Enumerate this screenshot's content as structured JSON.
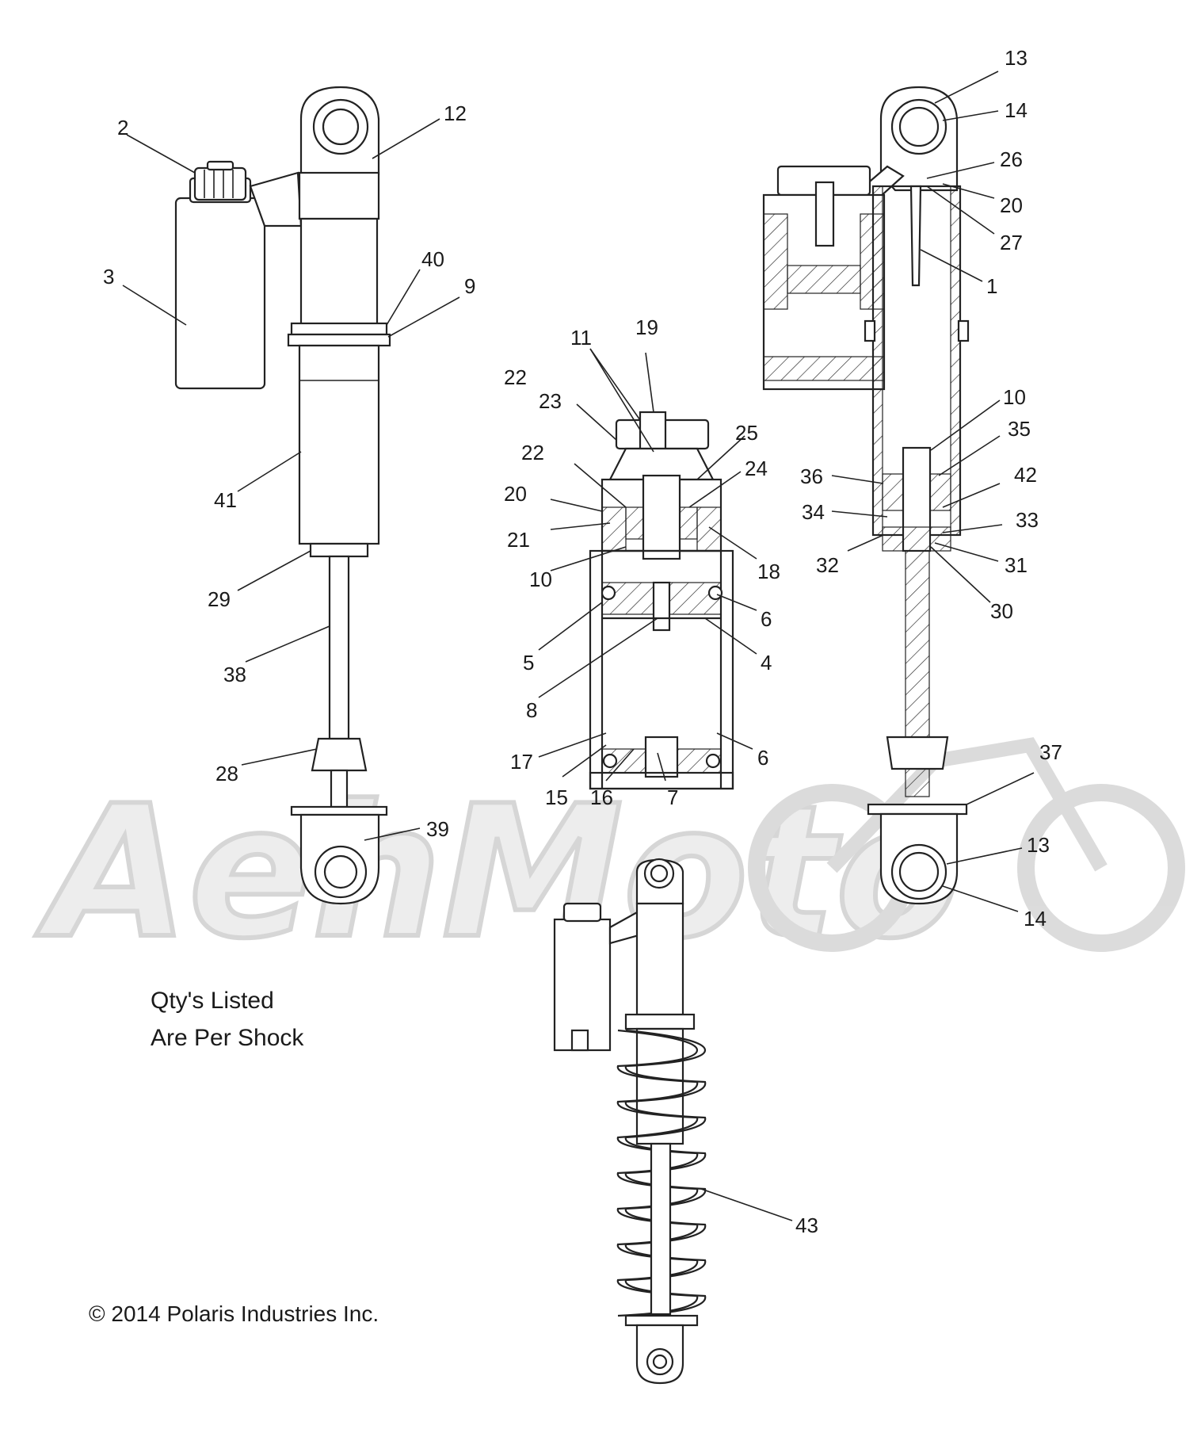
{
  "watermark": "AehMoto",
  "note": {
    "line1": "Qty's Listed",
    "line2": "Are Per Shock"
  },
  "copyright": "© 2014 Polaris Industries Inc.",
  "callouts": [
    {
      "id": "c-2",
      "label": "2"
    },
    {
      "id": "c-12",
      "label": "12"
    },
    {
      "id": "c-3",
      "label": "3"
    },
    {
      "id": "c-40",
      "label": "40"
    },
    {
      "id": "c-9",
      "label": "9"
    },
    {
      "id": "c-41",
      "label": "41"
    },
    {
      "id": "c-29",
      "label": "29"
    },
    {
      "id": "c-38",
      "label": "38"
    },
    {
      "id": "c-28",
      "label": "28"
    },
    {
      "id": "c-39",
      "label": "39"
    },
    {
      "id": "c-22a",
      "label": "22"
    },
    {
      "id": "c-11",
      "label": "11"
    },
    {
      "id": "c-19",
      "label": "19"
    },
    {
      "id": "c-23",
      "label": "23"
    },
    {
      "id": "c-25",
      "label": "25"
    },
    {
      "id": "c-22b",
      "label": "22"
    },
    {
      "id": "c-24",
      "label": "24"
    },
    {
      "id": "c-20a",
      "label": "20"
    },
    {
      "id": "c-21",
      "label": "21"
    },
    {
      "id": "c-18",
      "label": "18"
    },
    {
      "id": "c-10a",
      "label": "10"
    },
    {
      "id": "c-6a",
      "label": "6"
    },
    {
      "id": "c-5",
      "label": "5"
    },
    {
      "id": "c-4",
      "label": "4"
    },
    {
      "id": "c-8",
      "label": "8"
    },
    {
      "id": "c-17",
      "label": "17"
    },
    {
      "id": "c-6b",
      "label": "6"
    },
    {
      "id": "c-15",
      "label": "15"
    },
    {
      "id": "c-16",
      "label": "16"
    },
    {
      "id": "c-7",
      "label": "7"
    },
    {
      "id": "c-13a",
      "label": "13"
    },
    {
      "id": "c-14a",
      "label": "14"
    },
    {
      "id": "c-26",
      "label": "26"
    },
    {
      "id": "c-20b",
      "label": "20"
    },
    {
      "id": "c-27",
      "label": "27"
    },
    {
      "id": "c-1",
      "label": "1"
    },
    {
      "id": "c-10b",
      "label": "10"
    },
    {
      "id": "c-35",
      "label": "35"
    },
    {
      "id": "c-36",
      "label": "36"
    },
    {
      "id": "c-42",
      "label": "42"
    },
    {
      "id": "c-34",
      "label": "34"
    },
    {
      "id": "c-33",
      "label": "33"
    },
    {
      "id": "c-32",
      "label": "32"
    },
    {
      "id": "c-31",
      "label": "31"
    },
    {
      "id": "c-30",
      "label": "30"
    },
    {
      "id": "c-37",
      "label": "37"
    },
    {
      "id": "c-13b",
      "label": "13"
    },
    {
      "id": "c-14b",
      "label": "14"
    },
    {
      "id": "c-43",
      "label": "43"
    }
  ]
}
